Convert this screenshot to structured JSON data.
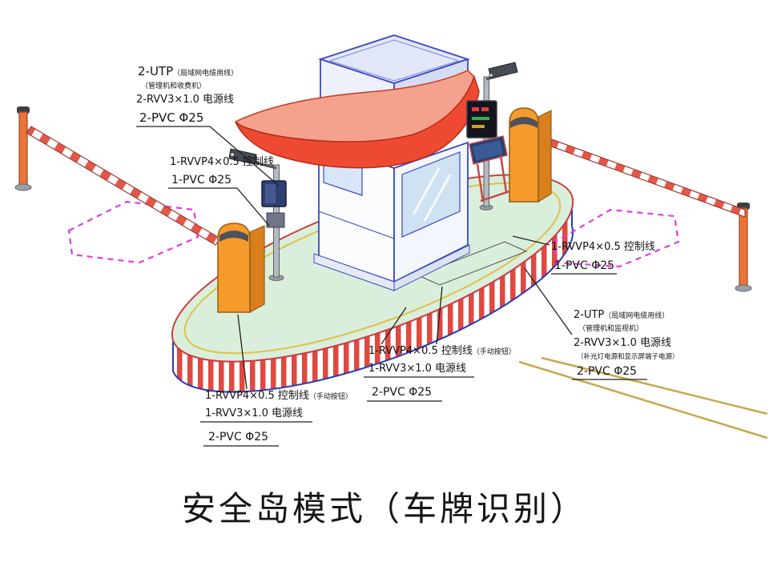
{
  "title": "安全岛模式（车牌识别）",
  "labels": {
    "top_left": {
      "line1_main": "2-UTP",
      "line1_small": "（局域网电缆用线）",
      "line2_small": "（管理机和收费机）",
      "line3": "2-RVV3×1.0 电源线",
      "line4": "2-PVC Φ25"
    },
    "left_mid": {
      "line1": "1-RVVP4×0.5 控制线",
      "line2": "1-PVC Φ25"
    },
    "left_bottom": {
      "line1_main": "1-RVVP4×0.5 控制线",
      "line1_small": "（手动按钮）",
      "line2": "1-RVV3×1.0 电源线",
      "line3": "2-PVC Φ25"
    },
    "center_bottom": {
      "line1_main": "1-RVVP4×0.5 控制线",
      "line1_small": "（手动按钮）",
      "line2": "1-RVV3×1.0 电源线",
      "line3": "2-PVC Φ25"
    },
    "right_mid": {
      "line1": "1-RVVP4×0.5 控制线",
      "line2": "1-PVC Φ25"
    },
    "right_lower": {
      "line1_main": "2-UTP",
      "line1_small": "（局域网电缆用线）",
      "line2_small": "（管理机和监视机）",
      "line3": "2-RVV3×1.0 电源线",
      "line4_small": "（补光灯电源和显示屏端子电源）",
      "line5": "2-PVC Φ25"
    }
  },
  "colors": {
    "island_top": "#d9efdc",
    "island_stripe_red": "#e04840",
    "island_edge_blue": "#2a3bb0",
    "island_edge_red": "#cc4040",
    "curb_line_yellow": "#ddc14a",
    "canopy_top": "#f4a28e",
    "canopy_front": "#ee4a32",
    "booth_outline_blue": "#3a49c0",
    "glass_blue": "#cfe2f4",
    "cabinet_orange": "#f59b2c",
    "cabinet_side_orange": "#d97f1e",
    "arm_stripe_red": "#e25848",
    "loop_magenta": "#e23ae2",
    "road_line_tan": "#c9a84b"
  },
  "components": [
    "safety-island",
    "island-curb-line",
    "guard-booth",
    "booth-roof-cabin",
    "booth-canopy",
    "barrier-gate-left",
    "barrier-arm-left",
    "barrier-arm-post-left",
    "barrier-gate-right",
    "barrier-arm-right",
    "barrier-arm-post-right",
    "entry-camera-pole",
    "entry-camera",
    "card-reader-box",
    "exit-camera-pole",
    "exit-camera",
    "led-display",
    "lpr-screen-stand",
    "ground-loop-left",
    "ground-loop-right",
    "lane-marking-lines",
    "conduit-outline"
  ]
}
